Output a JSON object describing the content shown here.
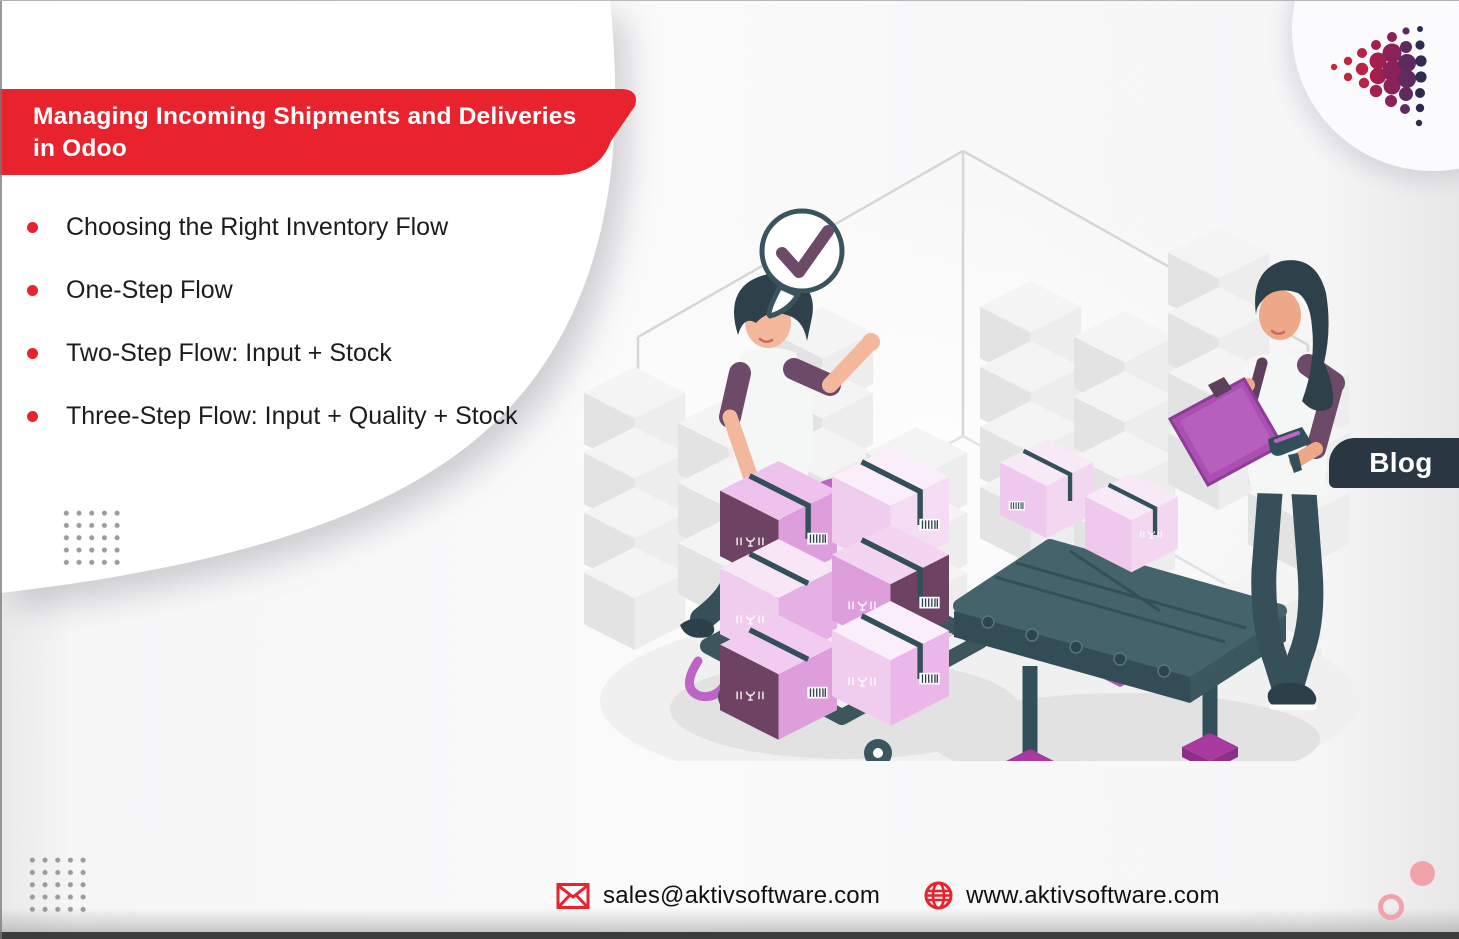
{
  "page": {
    "title_line1": "Managing Incoming Shipments and Deliveries",
    "title_line2": "in Odoo"
  },
  "bullets": [
    "Choosing the Right Inventory Flow",
    "One-Step Flow",
    "Two-Step Flow: Input + Stock",
    "Three-Step Flow: Input + Quality + Stock"
  ],
  "badge": {
    "label": "Blog"
  },
  "footer": {
    "email": "sales@aktivsoftware.com",
    "website": "www.aktivsoftware.com"
  },
  "icons": {
    "email": "envelope-icon",
    "website": "globe-icon",
    "speech": "checkmark-bubble-icon"
  },
  "colors": {
    "accent_red": "#e8232d",
    "badge_navy": "#2b3643",
    "illustration_teal": "#3c565e",
    "illustration_plum": "#6d4a67",
    "illustration_orchid": "#bb62c4",
    "parcel_pink": "#f0cdee",
    "gray_dot": "#9b9b9b",
    "pink_circle": "#f2a3aa"
  },
  "illustration": {
    "description": "Two warehouse workers checking incoming shipments: a man pushes a hand truck stacked with pink parcels while a woman holding a clipboard and barcode scanner checks boxes on a conveyor belt, with shelves of boxes behind them and a checkmark speech bubble."
  }
}
